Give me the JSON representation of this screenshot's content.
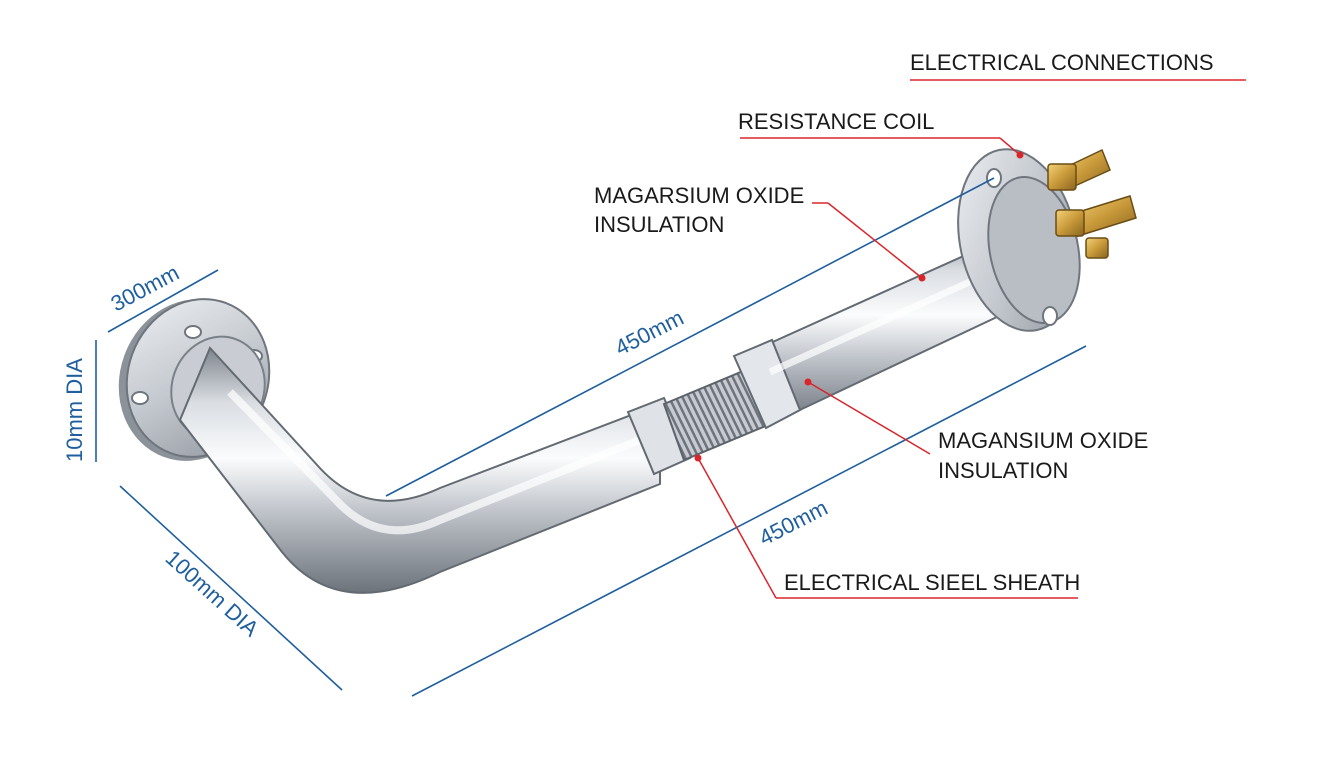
{
  "labels": {
    "electrical_connections": "ELECTRICAL CONNECTIONS",
    "resistance_coil": "RESISTANCE COIL",
    "magnesium_upper_line1": "MAGARSIUM OXIDE",
    "magnesium_upper_line2": "INSULATION",
    "magnesium_lower_line1": "MAGANSIUM OXIDE",
    "magnesium_lower_line2": "INSULATION",
    "steel_sheath": "ELECTRICAL SIEEL SHEATH"
  },
  "dimensions": {
    "flange_width": "300mm",
    "flange_dia": "10mm DIA",
    "pipe_dia": "100mm DIA",
    "upper_length": "450mm",
    "lower_length": "450mm"
  },
  "colors": {
    "leader": "#d8262b",
    "dimension": "#1f5f9e",
    "steel_light": "#f4f5f7",
    "steel_dark": "#8a9099",
    "brass": "#c99a3a"
  }
}
